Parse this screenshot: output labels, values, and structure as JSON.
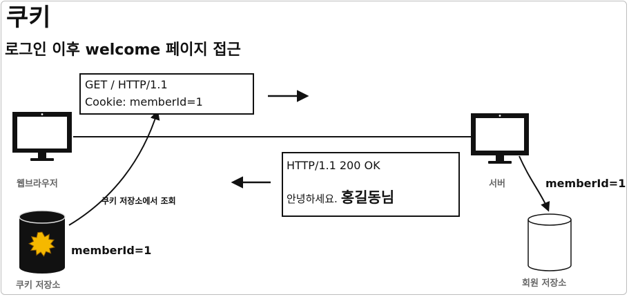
{
  "header": {
    "title": "쿠키",
    "subtitle": "로그인 이후 welcome 페이지 접근"
  },
  "request": {
    "line1": "GET / HTTP/1.1",
    "line2": "Cookie: memberId=1"
  },
  "response": {
    "line1": "HTTP/1.1 200 OK",
    "greeting": "안녕하세요.",
    "name": "홍길동님"
  },
  "labels": {
    "browser": "웹브라우저",
    "server": "서버",
    "cookie_store": "쿠키 저장소",
    "member_store": "회원 저장소",
    "server_member": "memberId=1",
    "store_member": "memberId=1",
    "lookup_note": "쿠키 저장소에서 조회"
  },
  "icons": {
    "browser": "monitor-icon",
    "server": "monitor-icon",
    "cookie_store": "database-icon",
    "member_store": "database-icon",
    "cookie_badge": "cookie-icon"
  },
  "colors": {
    "cookie": "#f5b800",
    "line": "#111111",
    "label_gray": "#666666"
  }
}
